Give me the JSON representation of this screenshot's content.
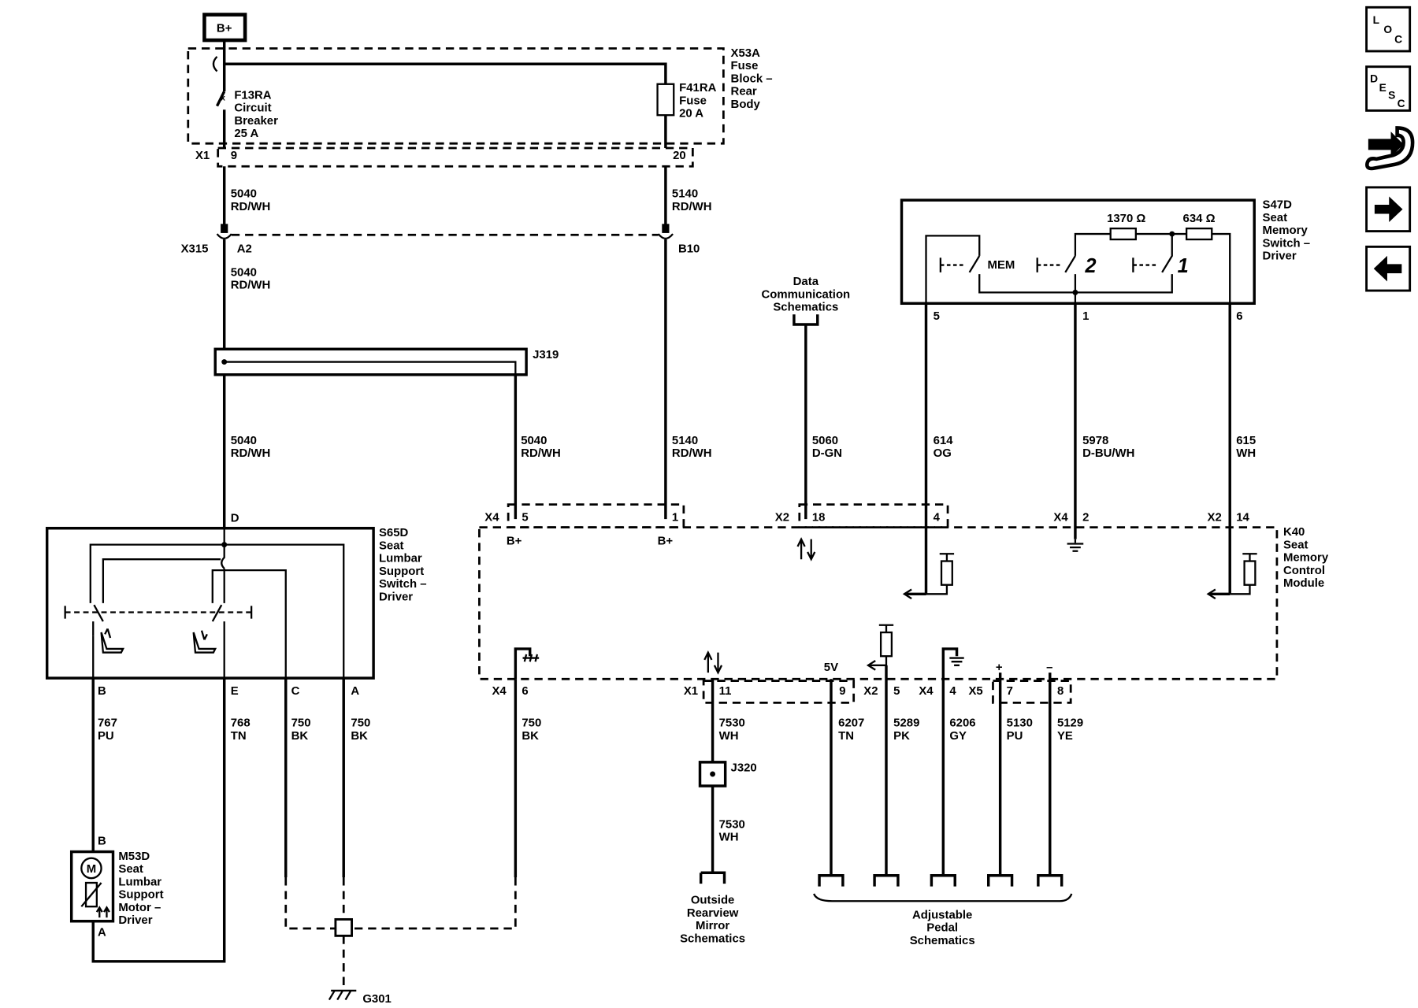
{
  "power": {
    "label": "B+"
  },
  "fuse_block": {
    "name": "X53A",
    "desc1": "Fuse",
    "desc2": "Block –",
    "desc3": "Rear",
    "desc4": "Body"
  },
  "breaker": {
    "id": "F13RA",
    "l1": "Circuit",
    "l2": "Breaker",
    "rating": "25 A"
  },
  "fuse": {
    "id": "F41RA",
    "l1": "Fuse",
    "rating": "20 A"
  },
  "connectors": {
    "x1": "X1",
    "x1_p9": "9",
    "x1_p20": "20",
    "x315": "X315",
    "a2": "A2",
    "b10": "B10",
    "j319": "J319",
    "j320": "J320"
  },
  "wires": {
    "w5040": {
      "num": "5040",
      "color": "RD/WH"
    },
    "w5140": {
      "num": "5140",
      "color": "RD/WH"
    },
    "w5060": {
      "num": "5060",
      "color": "D-GN"
    },
    "w614": {
      "num": "614",
      "color": "OG"
    },
    "w5978": {
      "num": "5978",
      "color": "D-BU/WH"
    },
    "w615": {
      "num": "615",
      "color": "WH"
    },
    "w767": {
      "num": "767",
      "color": "PU"
    },
    "w768": {
      "num": "768",
      "color": "TN"
    },
    "w750": {
      "num": "750",
      "color": "BK"
    },
    "w7530": {
      "num": "7530",
      "color": "WH"
    },
    "w6207": {
      "num": "6207",
      "color": "TN"
    },
    "w5289": {
      "num": "5289",
      "color": "PK"
    },
    "w6206": {
      "num": "6206",
      "color": "GY"
    },
    "w5130": {
      "num": "5130",
      "color": "PU"
    },
    "w5129": {
      "num": "5129",
      "color": "YE"
    }
  },
  "lumbar_switch": {
    "id": "S65D",
    "l1": "Seat",
    "l2": "Lumbar",
    "l3": "Support",
    "l4": "Switch –",
    "l5": "Driver",
    "pins": {
      "d": "D",
      "b": "B",
      "e": "E",
      "c": "C",
      "a": "A"
    }
  },
  "lumbar_motor": {
    "id": "M53D",
    "l1": "Seat",
    "l2": "Lumbar",
    "l3": "Support",
    "l4": "Motor –",
    "l5": "Driver",
    "symbol": "M",
    "pin_b": "B",
    "pin_a": "A"
  },
  "memory_switch": {
    "id": "S47D",
    "l1": "Seat",
    "l2": "Memory",
    "l3": "Switch –",
    "l4": "Driver",
    "mem": "MEM",
    "r1": "1370 Ω",
    "r2": "634 Ω",
    "btn2": "2",
    "btn1": "1",
    "pin5": "5",
    "pin1": "1",
    "pin6": "6"
  },
  "module": {
    "id": "K40",
    "l1": "Seat",
    "l2": "Memory",
    "l3": "Control",
    "l4": "Module",
    "x4": "X4",
    "x2": "X2",
    "x1": "X1",
    "x5": "X5",
    "p5": "5",
    "p1": "1",
    "p18": "18",
    "p4": "4",
    "p2": "2",
    "p14": "14",
    "p6": "6",
    "p11": "11",
    "p9": "9",
    "pb5": "5",
    "pb4": "4",
    "p7": "7",
    "p8": "8",
    "bplus": "B+",
    "v5": "5V",
    "plus": "+",
    "minus": "–"
  },
  "refs": {
    "data1": "Data",
    "data2": "Communication",
    "data3": "Schematics",
    "mirror1": "Outside",
    "mirror2": "Rearview",
    "mirror3": "Mirror",
    "mirror4": "Schematics",
    "pedal1": "Adjustable",
    "pedal2": "Pedal",
    "pedal3": "Schematics"
  },
  "ground": {
    "id": "G301"
  },
  "nav": {
    "loc": {
      "l": "L",
      "o": "O",
      "c": "C"
    },
    "desc": {
      "d": "D",
      "e": "E",
      "s": "S",
      "c": "C"
    }
  }
}
